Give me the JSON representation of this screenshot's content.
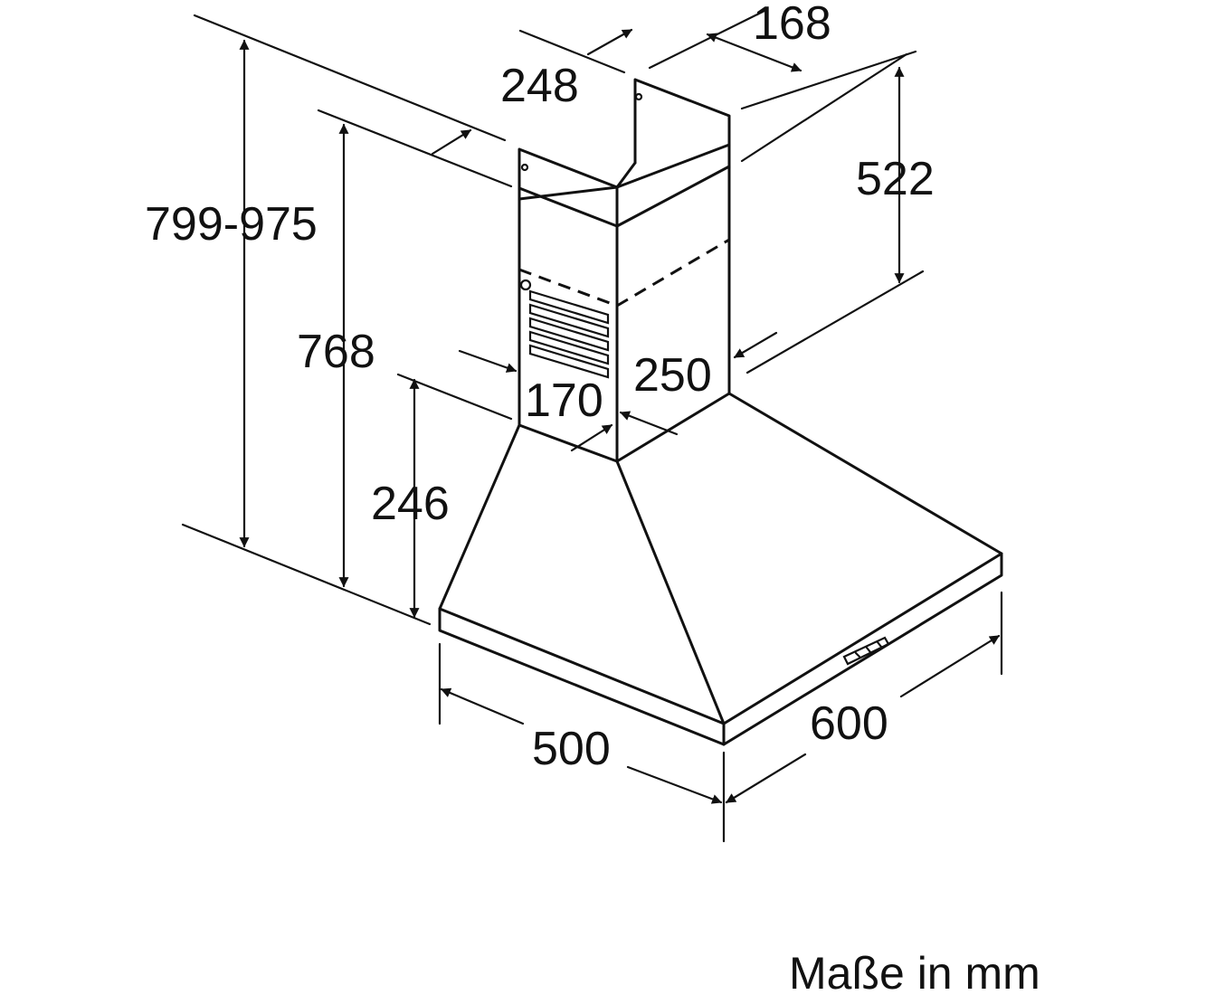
{
  "dimensions": {
    "total_height": "799-975",
    "duct_height": "768",
    "canopy_height": "246",
    "upper_duct_height": "522",
    "duct_depth": "248",
    "duct_width": "168",
    "lower_duct_depth": "170",
    "lower_duct_width": "250",
    "hood_depth": "500",
    "hood_width": "600"
  },
  "units_note": "Maße in mm"
}
